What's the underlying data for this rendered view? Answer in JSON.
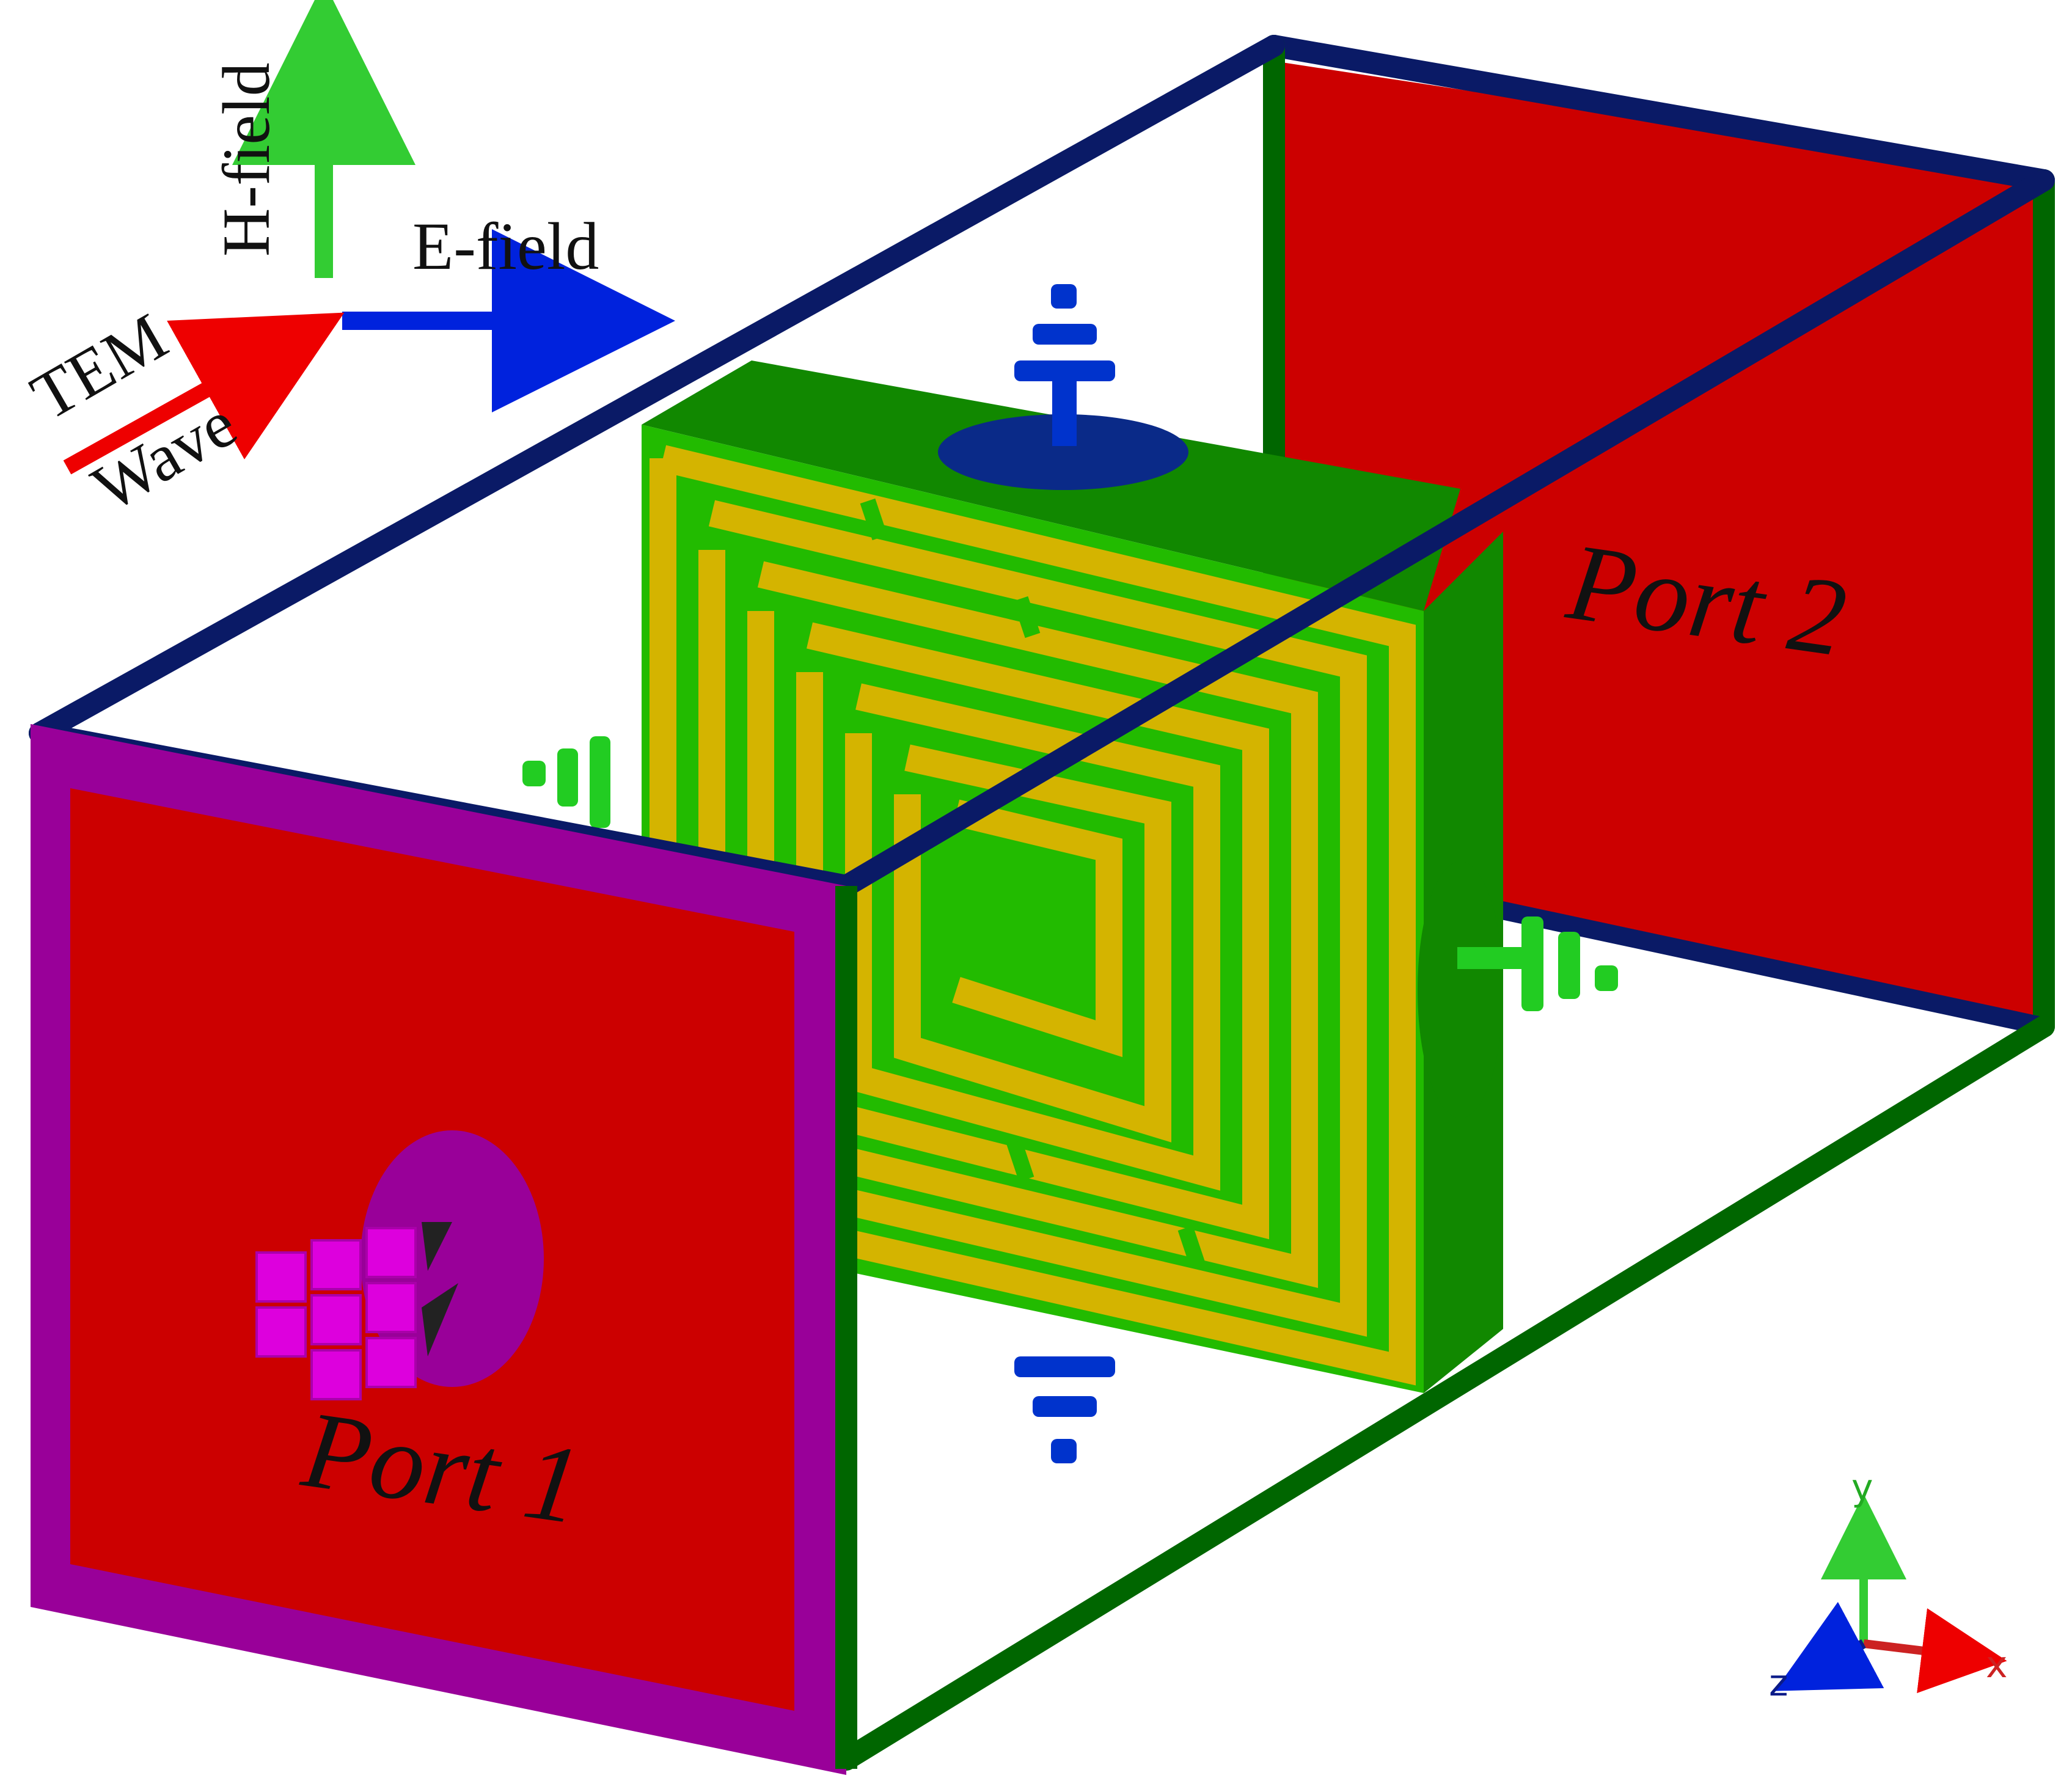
{
  "labels": {
    "h_field": "H-field",
    "e_field": "E-field",
    "tem": "TEM",
    "wave": "Wave",
    "port1": "Port 1",
    "port2": "Port 2"
  },
  "axes": {
    "x": "x",
    "y": "y",
    "z": "z"
  },
  "colors": {
    "port_face": "#cc0000",
    "port1_frame": "#990099",
    "box_edge_top": "#0a1a66",
    "box_edge_green": "#006600",
    "substrate": "#22bb00",
    "substrate_side": "#118800",
    "copper": "#d4b400",
    "h_field_arrow": "#33cc33",
    "e_field_arrow": "#0022dd",
    "tem_arrow": "#ee0000",
    "boundary_blue": "#0033cc",
    "boundary_green": "#22cc22",
    "boundary_magenta": "#dd00dd"
  }
}
